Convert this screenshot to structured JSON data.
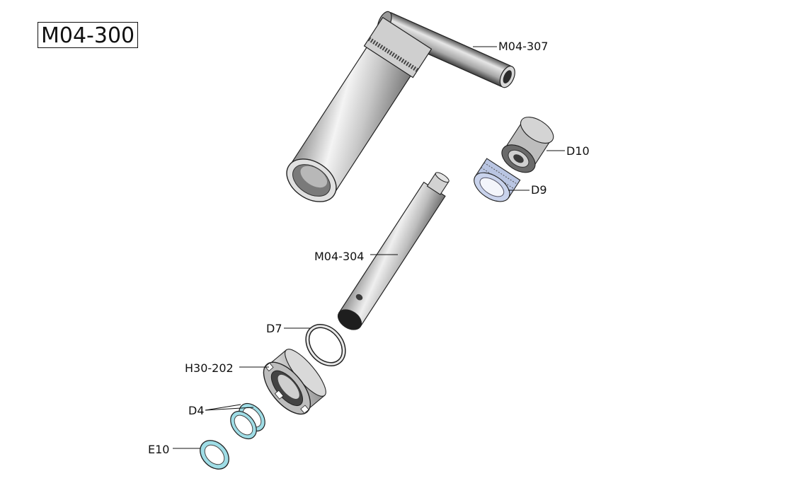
{
  "assembly_number": "M04-300",
  "colors": {
    "steel_light": "#f2f2f2",
    "steel_mid": "#b8b8b8",
    "steel_dark": "#4a4a4a",
    "seal_blue": "#9fb4de",
    "seal_cyan": "#9fdde6",
    "line": "#111111"
  },
  "parts": [
    {
      "key": "handle",
      "label": "M04-307"
    },
    {
      "key": "gland-cap",
      "label": "D10"
    },
    {
      "key": "bearing-seal",
      "label": "D9"
    },
    {
      "key": "shaft",
      "label": "M04-304"
    },
    {
      "key": "o-ring",
      "label": "D7"
    },
    {
      "key": "lock-nut",
      "label": "H30-202"
    },
    {
      "key": "seal-pair",
      "label": "D4"
    },
    {
      "key": "wiper-ring",
      "label": "E10"
    }
  ]
}
